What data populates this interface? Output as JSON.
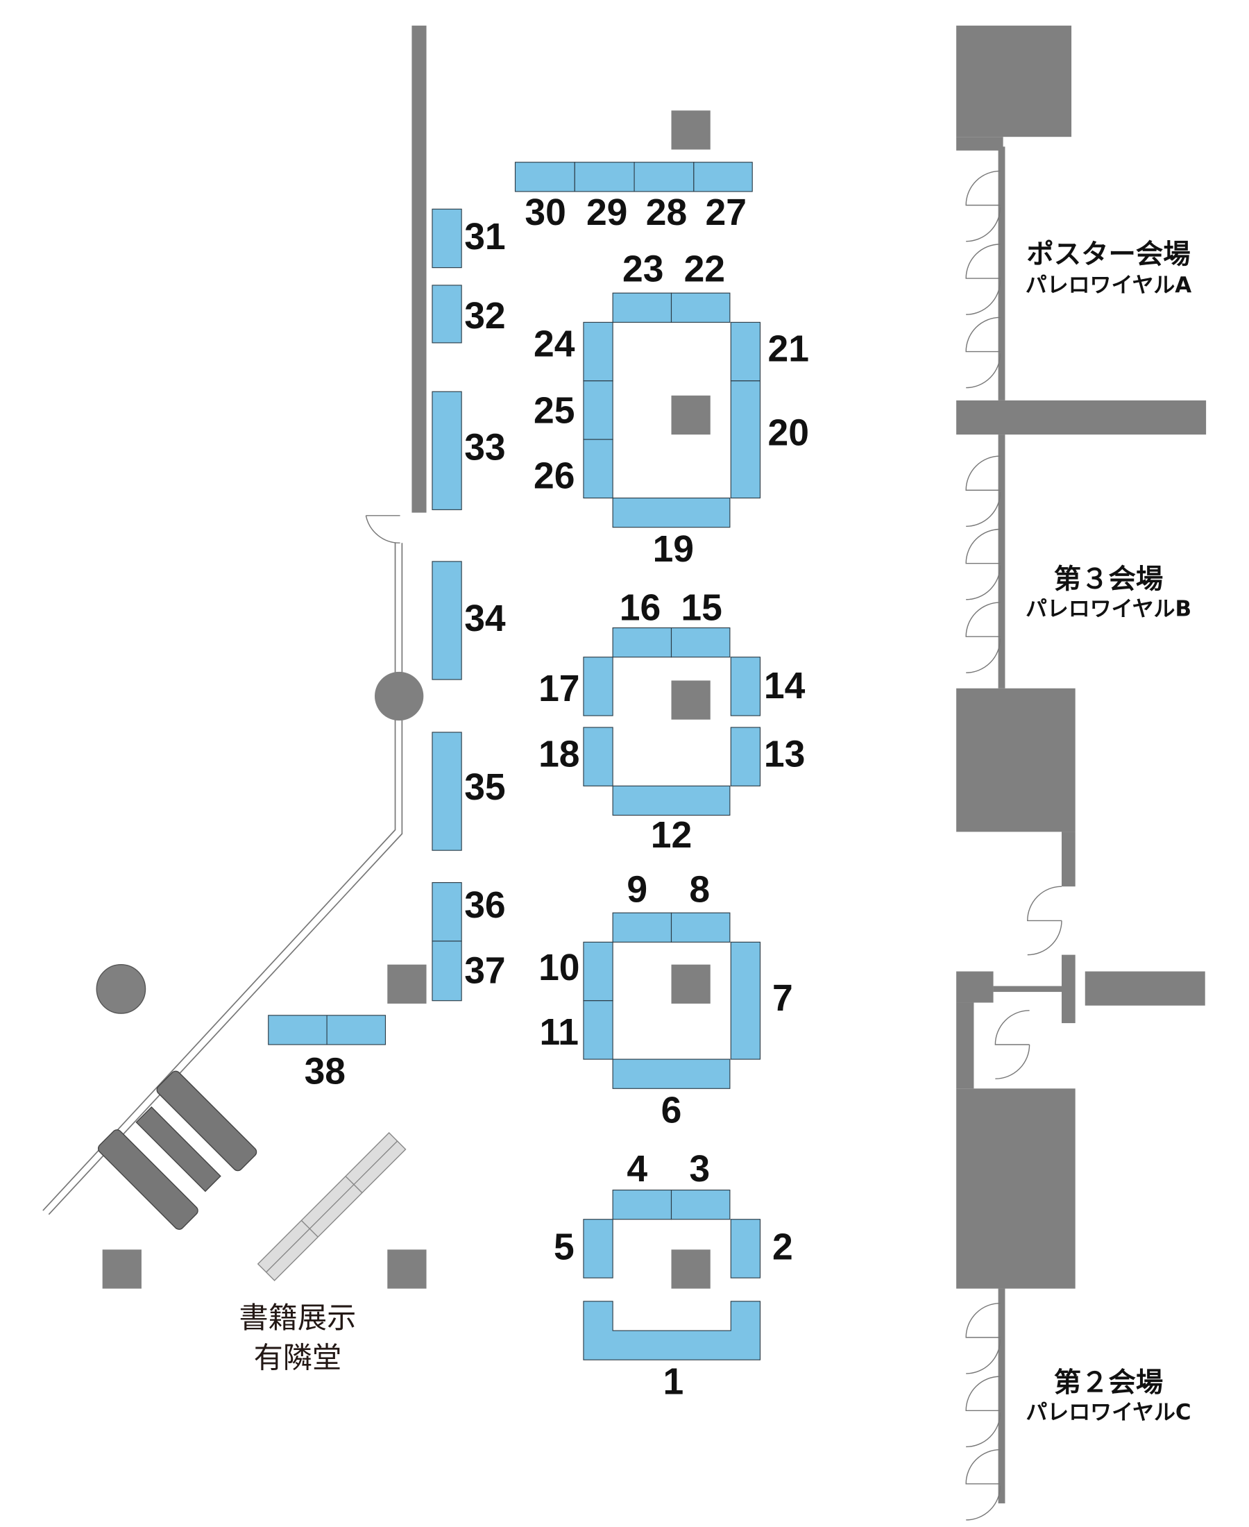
{
  "colors": {
    "booth": "#7cc3e6",
    "structure": "#808080",
    "text": "#111111"
  },
  "booths": {
    "b1": "1",
    "b2": "2",
    "b3": "3",
    "b4": "4",
    "b5": "5",
    "b6": "6",
    "b7": "7",
    "b8": "8",
    "b9": "9",
    "b10": "10",
    "b11": "11",
    "b12": "12",
    "b13": "13",
    "b14": "14",
    "b15": "15",
    "b16": "16",
    "b17": "17",
    "b18": "18",
    "b19": "19",
    "b20": "20",
    "b21": "21",
    "b22": "22",
    "b23": "23",
    "b24": "24",
    "b25": "25",
    "b26": "26",
    "b27": "27",
    "b28": "28",
    "b29": "29",
    "b30": "30",
    "b31": "31",
    "b32": "32",
    "b33": "33",
    "b34": "34",
    "b35": "35",
    "b36": "36",
    "b37": "37",
    "b38": "38"
  },
  "halls": {
    "poster": {
      "name": "ポスター会場",
      "room": "パレロワイヤルA"
    },
    "hall3": {
      "name": "第３会場",
      "room": "パレロワイヤルB"
    },
    "hall2": {
      "name": "第２会場",
      "room": "パレロワイヤルC"
    }
  },
  "book_exhibit": {
    "title": "書籍展示",
    "exhibitor": "有隣堂"
  }
}
